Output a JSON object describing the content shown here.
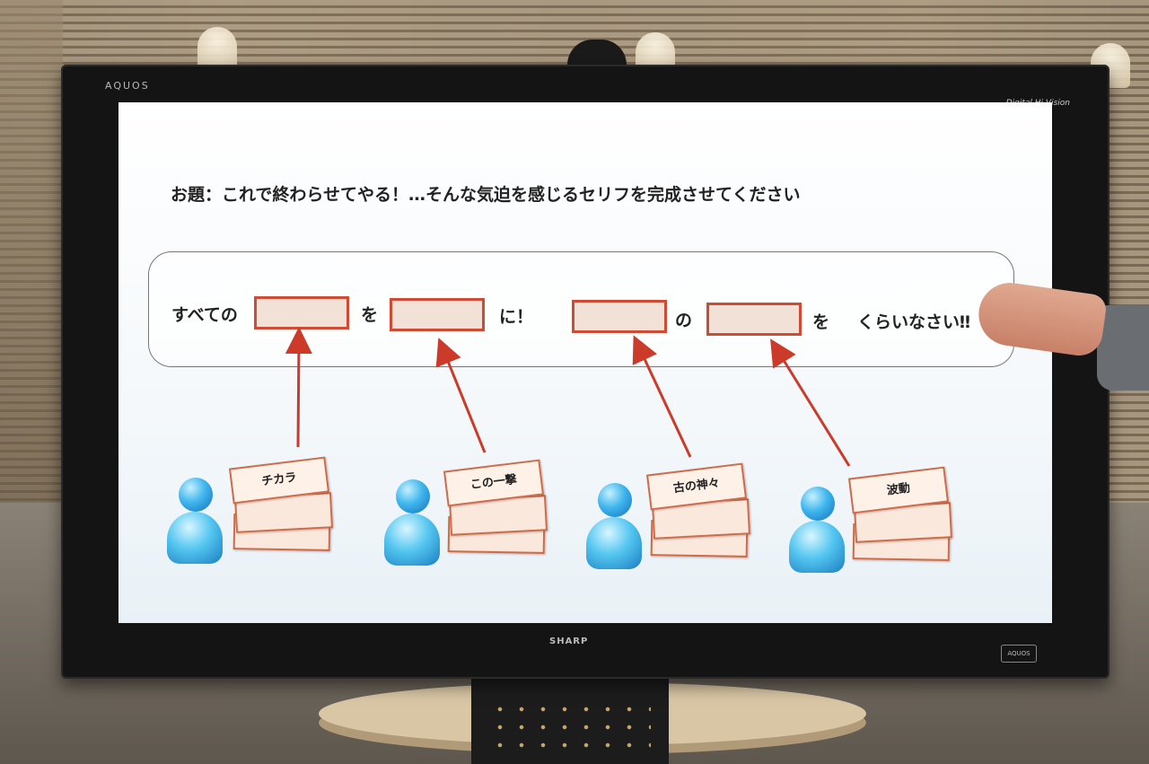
{
  "monitor": {
    "brand_left": "AQUOS",
    "brand_right": "Digital Hi-Vision",
    "brand_bottom": "SHARP",
    "badge": "AQUOS"
  },
  "slide": {
    "prompt": "お題：これで終わらせてやる！…そんな気迫を感じるセリフを完成させてください",
    "sentence": {
      "w1": "すべての",
      "w2": "を",
      "w3": "に！",
      "w4": "の",
      "w5": "を",
      "w6": "くらいなさい‼"
    },
    "cards": [
      "チカラ",
      "この一撃",
      "古の神々",
      "波動"
    ]
  },
  "colors": {
    "blank_fill": "#f2e1d6",
    "blank_border": "#d04a34",
    "arrow": "#cc3a2a",
    "card_border": "#d06a48"
  }
}
